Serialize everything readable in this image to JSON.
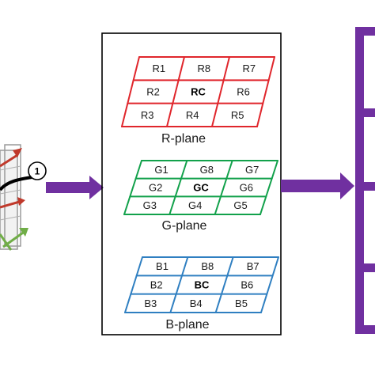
{
  "colors": {
    "arrow": "#7030a0",
    "r_plane": "#e0262c",
    "g_plane": "#12a14b",
    "b_plane": "#2f7fc1",
    "frame": "#000000"
  },
  "step_badge": "1",
  "planes": [
    {
      "id": "r",
      "label": "R-plane",
      "center": "RC",
      "rows": [
        [
          "R1",
          "R8",
          "R7"
        ],
        [
          "R2",
          "RC",
          "R6"
        ],
        [
          "R3",
          "R4",
          "R5"
        ]
      ]
    },
    {
      "id": "g",
      "label": "G-plane",
      "center": "GC",
      "rows": [
        [
          "G1",
          "G8",
          "G7"
        ],
        [
          "G2",
          "GC",
          "G6"
        ],
        [
          "G3",
          "G4",
          "G5"
        ]
      ]
    },
    {
      "id": "b",
      "label": "B-plane",
      "center": "BC",
      "rows": [
        [
          "B1",
          "B8",
          "B7"
        ],
        [
          "B2",
          "BC",
          "B6"
        ],
        [
          "B3",
          "B4",
          "B5"
        ]
      ]
    }
  ]
}
